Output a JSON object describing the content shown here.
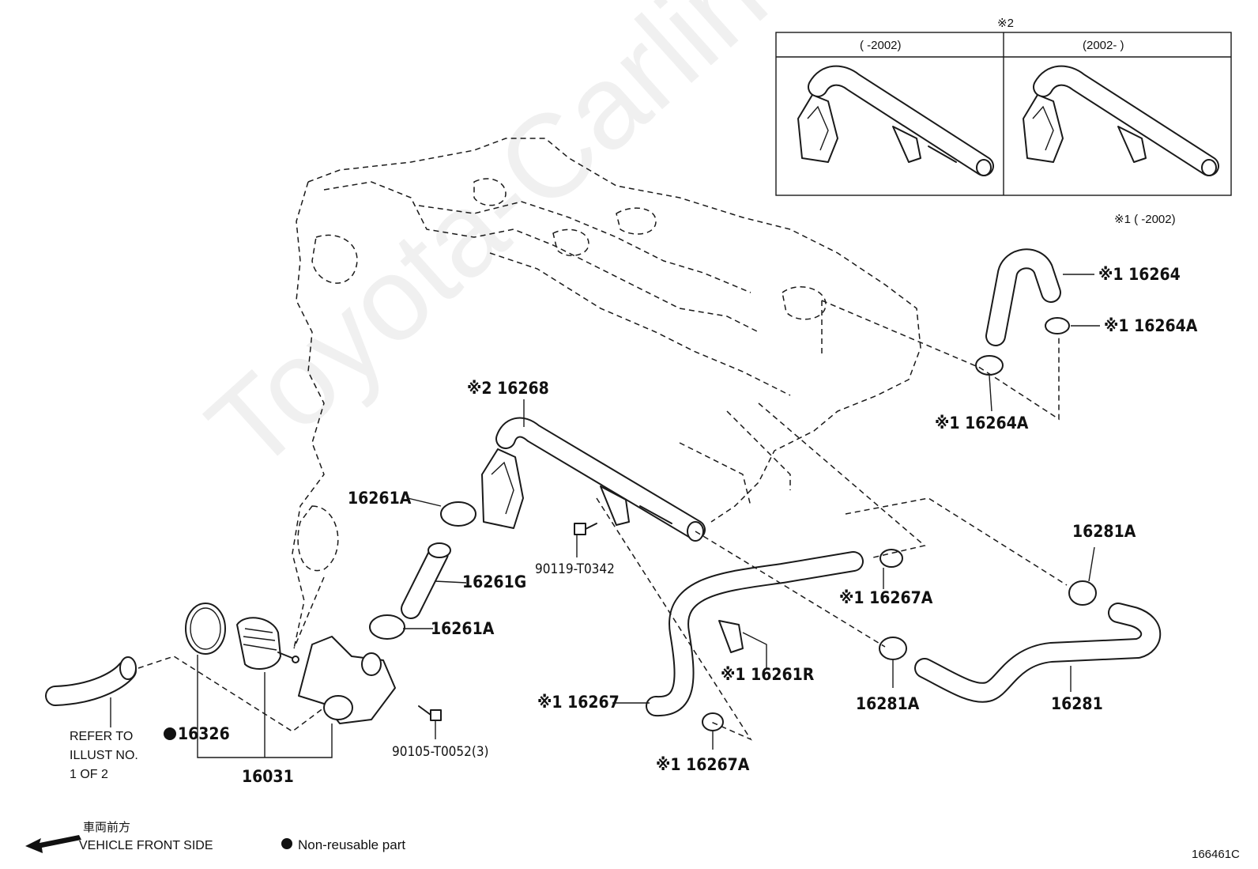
{
  "inset": {
    "mark": "※2",
    "col_left": "(        -2002)",
    "col_right": "(2002-        )"
  },
  "footnote": "※1 (        -2002)",
  "watermark": "Toyota-Carline.ru",
  "labels": {
    "p16264": "※1  16264",
    "p16264A_top": "※1  16264A",
    "p16264A_bot": "※1  16264A",
    "p16268": "※2  16268",
    "p16261A_top": "16261A",
    "p16261G": "16261G",
    "p16261A_bot": "16261A",
    "p90119": "90119-T0342",
    "p16267A_mid": "※1  16267A",
    "p16281A_top": "16281A",
    "p16261R": "※1  16261R",
    "p16281A_mid": "16281A",
    "p16281": "16281",
    "p16267": "※1  16267",
    "p16267A_bot": "※1  16267A",
    "p16326": "16326",
    "p16031": "16031",
    "p90105": "90105-T0052(3)"
  },
  "refer": {
    "line1": "REFER TO",
    "line2": "ILLUST NO.",
    "line3": "1 OF 2"
  },
  "legend": {
    "front_jp": "車両前方",
    "front_en": "VEHICLE FRONT SIDE",
    "nonreusable": "Non-reusable part"
  },
  "drawing_code": "166461C",
  "icons": {
    "arrow": "front-arrow-icon",
    "dot": "non-reusable-dot-icon"
  }
}
